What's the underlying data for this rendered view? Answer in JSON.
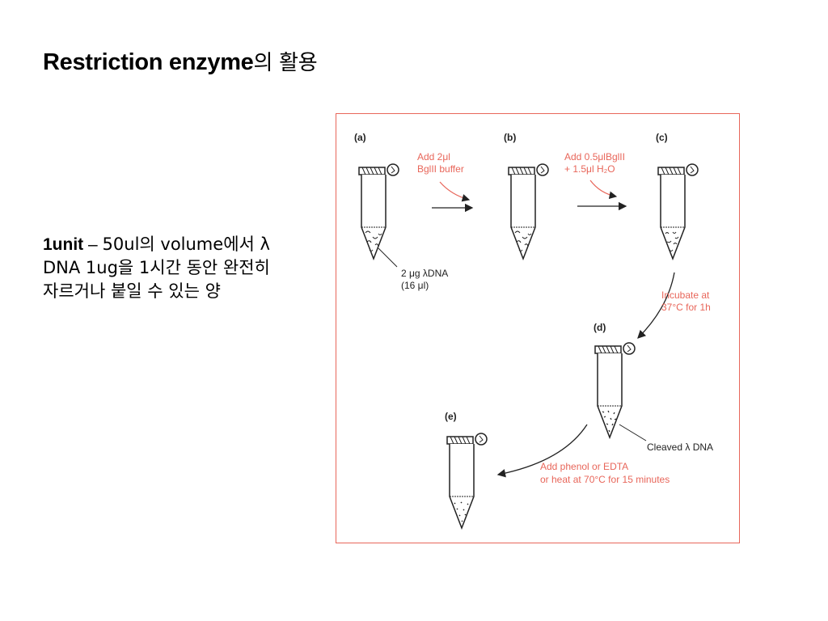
{
  "title": {
    "english": "Restriction enzyme",
    "korean": "의 활용"
  },
  "description": {
    "term": "1unit",
    "dash": " – ",
    "line1_rest": "50ul의 volume에서 λ",
    "line2": "DNA 1ug을 1시간 동안 완전히",
    "line3": "자르거나 붙일 수  있는 양"
  },
  "figure": {
    "steps": [
      "(a)",
      "(b)",
      "(c)",
      "(d)",
      "(e)"
    ],
    "a_label": [
      "2 μg λDNA",
      "(16 μl)"
    ],
    "ab_label": [
      "Add 2μl",
      "BglII buffer"
    ],
    "bc_label": [
      "Add 0.5μlBglII",
      "+ 1.5μl H₂O"
    ],
    "cd_label": [
      "Incubate at",
      "37°C for 1h"
    ],
    "d_label": "Cleaved λ DNA",
    "de_label": [
      "Add phenol or EDTA",
      "or heat at 70°C for 15 minutes"
    ],
    "colors": {
      "frame": "#e8665a",
      "annotation": "#e8665a",
      "ink": "#222222"
    }
  }
}
